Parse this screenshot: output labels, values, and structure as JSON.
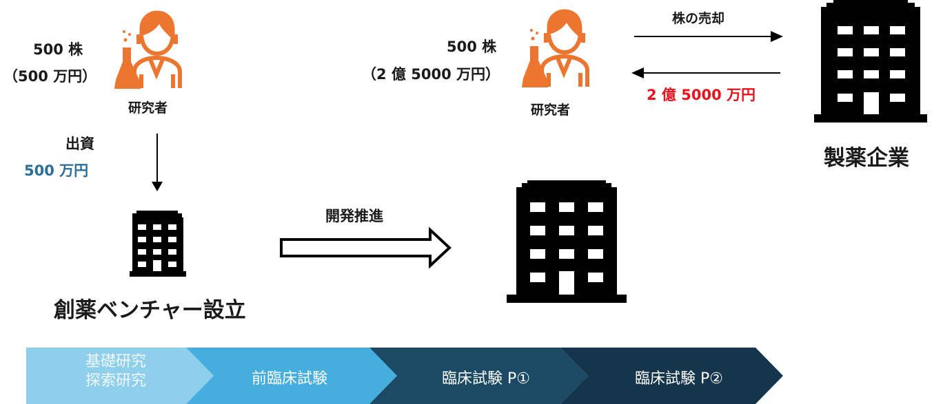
{
  "left_researcher": {
    "shares": "500 株",
    "value": "（500 万円）",
    "label": "研究者"
  },
  "investment": {
    "label": "出資",
    "amount": "500 万円",
    "amount_color": "#2a6f97"
  },
  "venture": {
    "label": "創薬ベンチャー設立"
  },
  "development": {
    "label": "開発推進"
  },
  "right_researcher": {
    "shares": "500 株",
    "value": "（2 億 5000 万円）",
    "label": "研究者"
  },
  "sale": {
    "label": "株の売却",
    "amount": "2 億 5000 万円",
    "amount_color": "#e8121c"
  },
  "pharma": {
    "label": "製薬企業"
  },
  "pipeline": {
    "stages": [
      {
        "line1": "基礎研究",
        "line2": "探索研究",
        "color": "#8ecfec"
      },
      {
        "line1": "前臨床試験",
        "color": "#45aede"
      },
      {
        "line1": "臨床試験 P①",
        "color": "#1b4a64"
      },
      {
        "line1": "臨床試験 P②",
        "color": "#15354c"
      }
    ]
  },
  "colors": {
    "researcher": "#ec7630",
    "building": "#000000"
  }
}
